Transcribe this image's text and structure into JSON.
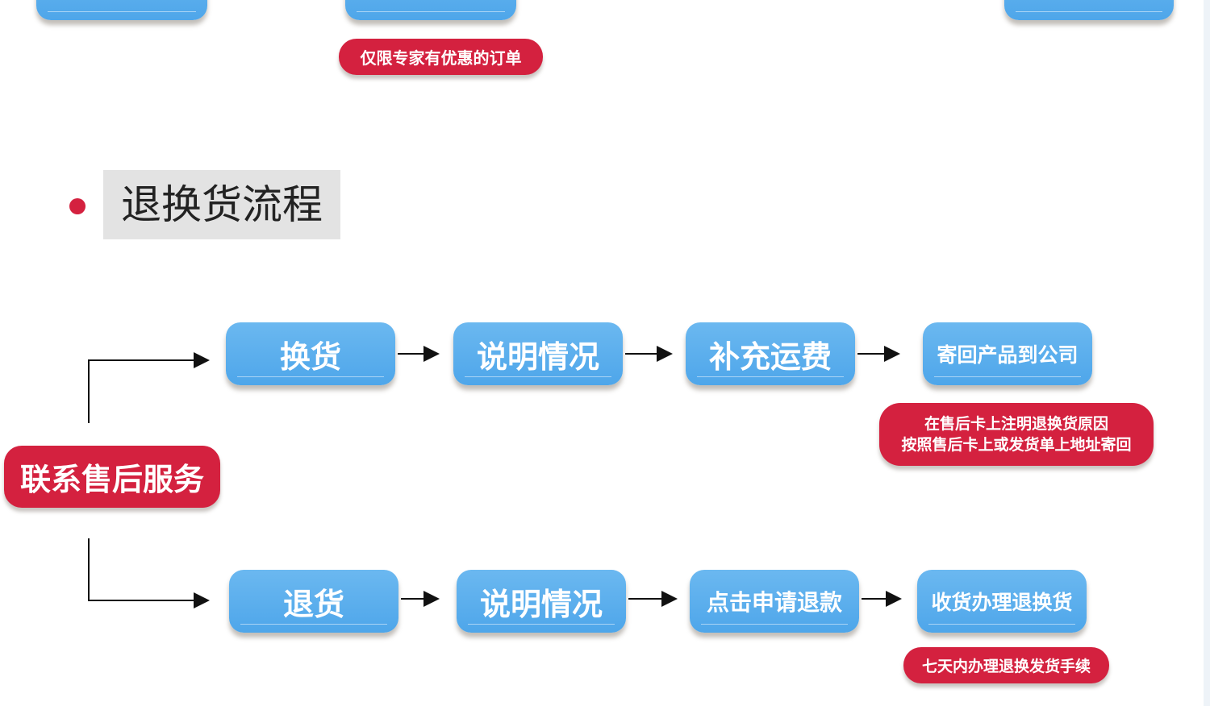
{
  "top_partial": {
    "note": "仅限专家有优惠的订单"
  },
  "section": {
    "title": "退换货流程",
    "bullet_color": "#d4213f"
  },
  "start": "联系售后服务",
  "exchange_row": {
    "steps": [
      "换货",
      "说明情况",
      "补充运费",
      "寄回产品到公司"
    ],
    "note_lines": [
      "在售后卡上注明退换货原因",
      "按照售后卡上或发货单上地址寄回"
    ]
  },
  "return_row": {
    "steps": [
      "退货",
      "说明情况",
      "点击申请退款",
      "收货办理退换货"
    ],
    "note": "七天内办理退换发货手续"
  },
  "colors": {
    "blue": "#4ea6ea",
    "red": "#d4213f"
  }
}
